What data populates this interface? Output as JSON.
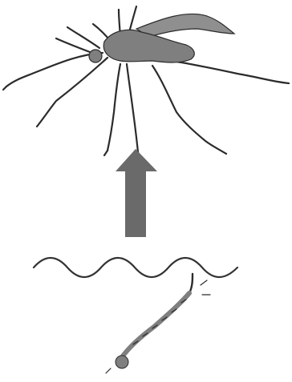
{
  "diagram": {
    "stages": [
      {
        "id": "adult",
        "label": ""
      },
      {
        "id": "larva",
        "label": ""
      }
    ],
    "arrow_direction": "up",
    "colors": {
      "ink": "#2b2b2b",
      "body": "#7f7f7f",
      "wing": "#8f8f8f",
      "arrow": "#6a6a6a",
      "water": "#333333",
      "background": "#ffffff"
    },
    "icons": {
      "adult": "mosquito-adult-icon",
      "arrow": "arrow-up-icon",
      "water": "water-surface-wave",
      "larva": "mosquito-larva-icon"
    }
  }
}
